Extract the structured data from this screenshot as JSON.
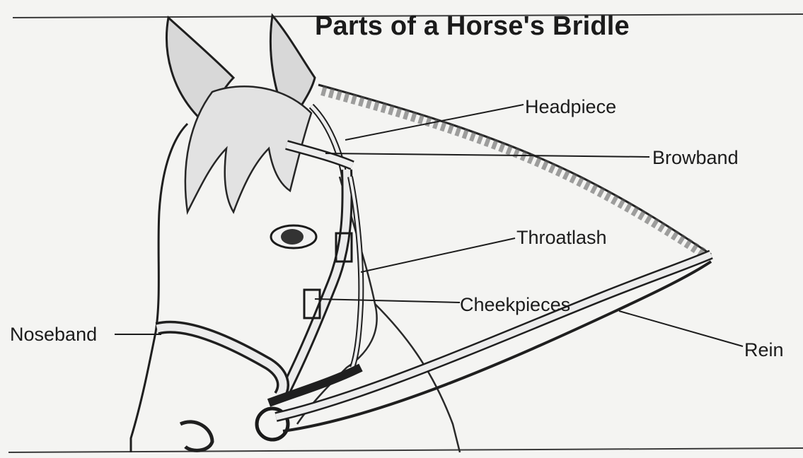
{
  "title": "Parts of a Horse's Bridle",
  "labels": {
    "headpiece": "Headpiece",
    "browband": "Browband",
    "throatlash": "Throatlash",
    "cheekpieces": "Cheekpieces",
    "noseband": "Noseband",
    "rein": "Rein"
  },
  "colors": {
    "ink": "#1c1c1c",
    "paper": "#f4f4f2",
    "shade": "#bdbdbd"
  }
}
